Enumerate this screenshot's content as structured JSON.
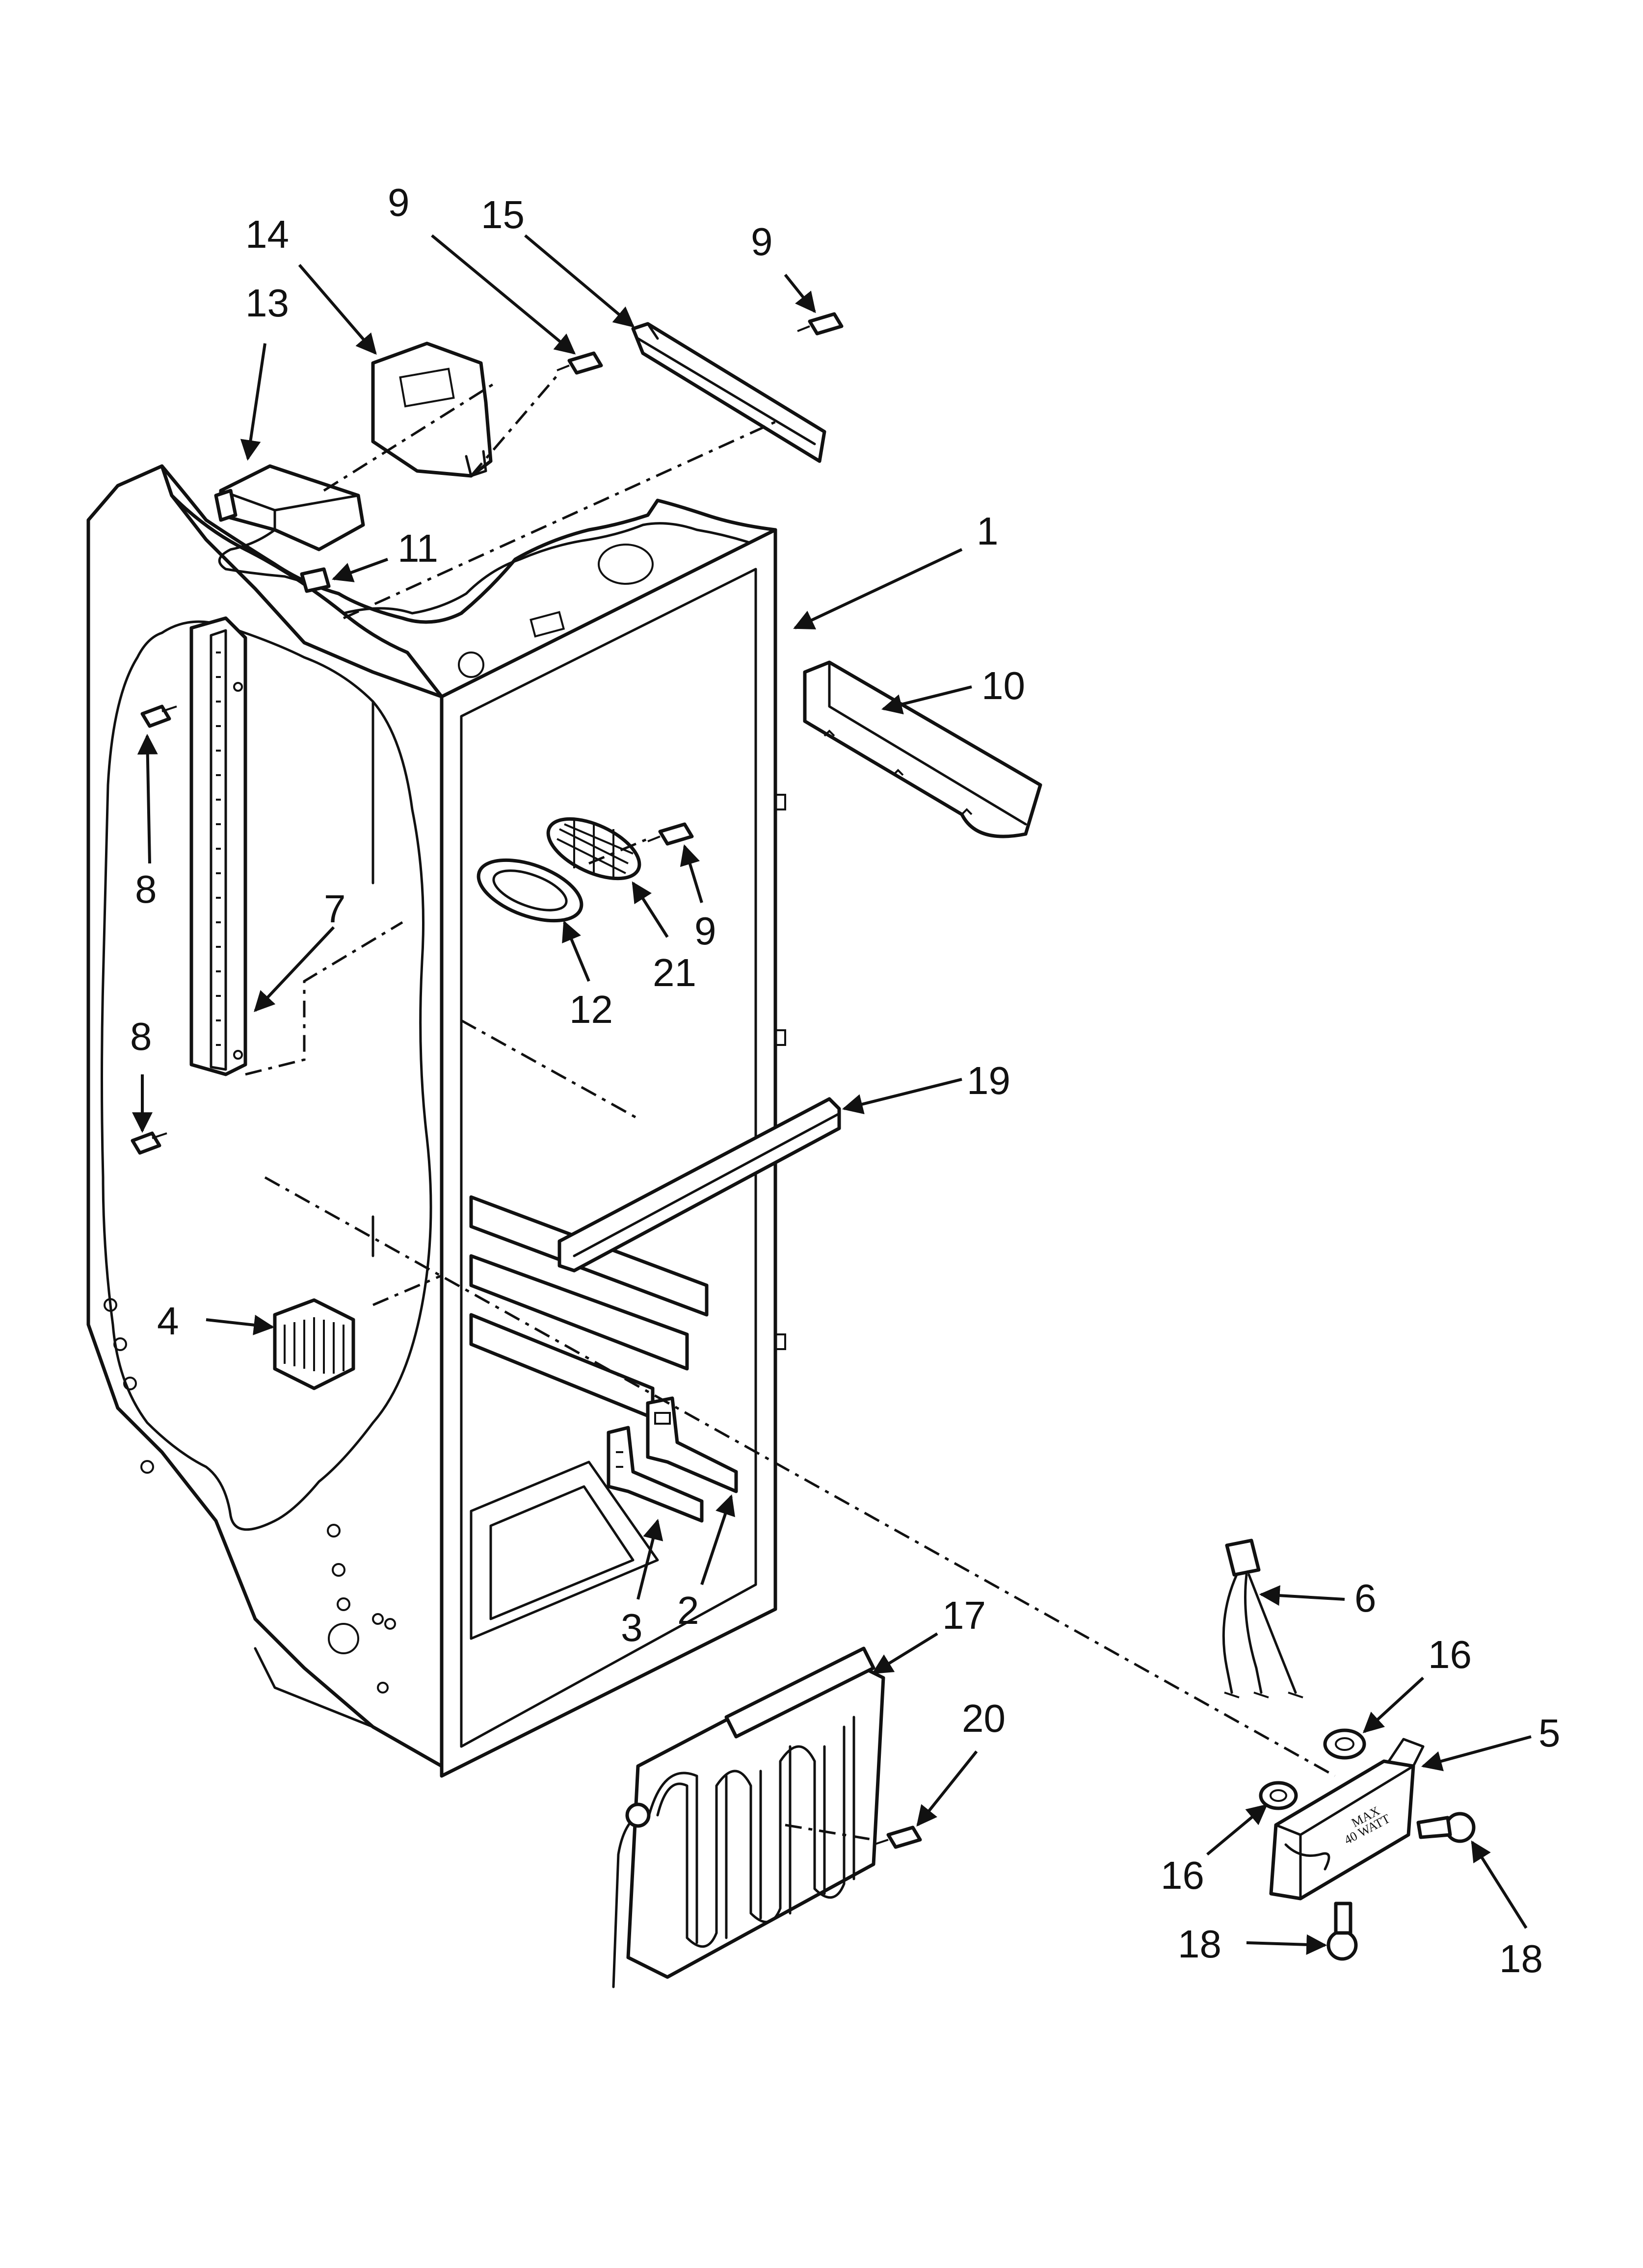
{
  "diagram": {
    "callouts": [
      {
        "id": "c1",
        "label": "1"
      },
      {
        "id": "c2",
        "label": "2"
      },
      {
        "id": "c3",
        "label": "3"
      },
      {
        "id": "c4",
        "label": "4"
      },
      {
        "id": "c5",
        "label": "5"
      },
      {
        "id": "c6",
        "label": "6"
      },
      {
        "id": "c7",
        "label": "7"
      },
      {
        "id": "c8a",
        "label": "8"
      },
      {
        "id": "c8b",
        "label": "8"
      },
      {
        "id": "c9a",
        "label": "9"
      },
      {
        "id": "c9b",
        "label": "9"
      },
      {
        "id": "c9c",
        "label": "9"
      },
      {
        "id": "c10",
        "label": "10"
      },
      {
        "id": "c11",
        "label": "11"
      },
      {
        "id": "c12",
        "label": "12"
      },
      {
        "id": "c13",
        "label": "13"
      },
      {
        "id": "c14",
        "label": "14"
      },
      {
        "id": "c15",
        "label": "15"
      },
      {
        "id": "c16a",
        "label": "16"
      },
      {
        "id": "c16b",
        "label": "16"
      },
      {
        "id": "c17",
        "label": "17"
      },
      {
        "id": "c18a",
        "label": "18"
      },
      {
        "id": "c18b",
        "label": "18"
      },
      {
        "id": "c19",
        "label": "19"
      },
      {
        "id": "c20",
        "label": "20"
      },
      {
        "id": "c21",
        "label": "21"
      }
    ],
    "heater_label": {
      "line1": "MAX",
      "line2": "40 WATT"
    }
  }
}
